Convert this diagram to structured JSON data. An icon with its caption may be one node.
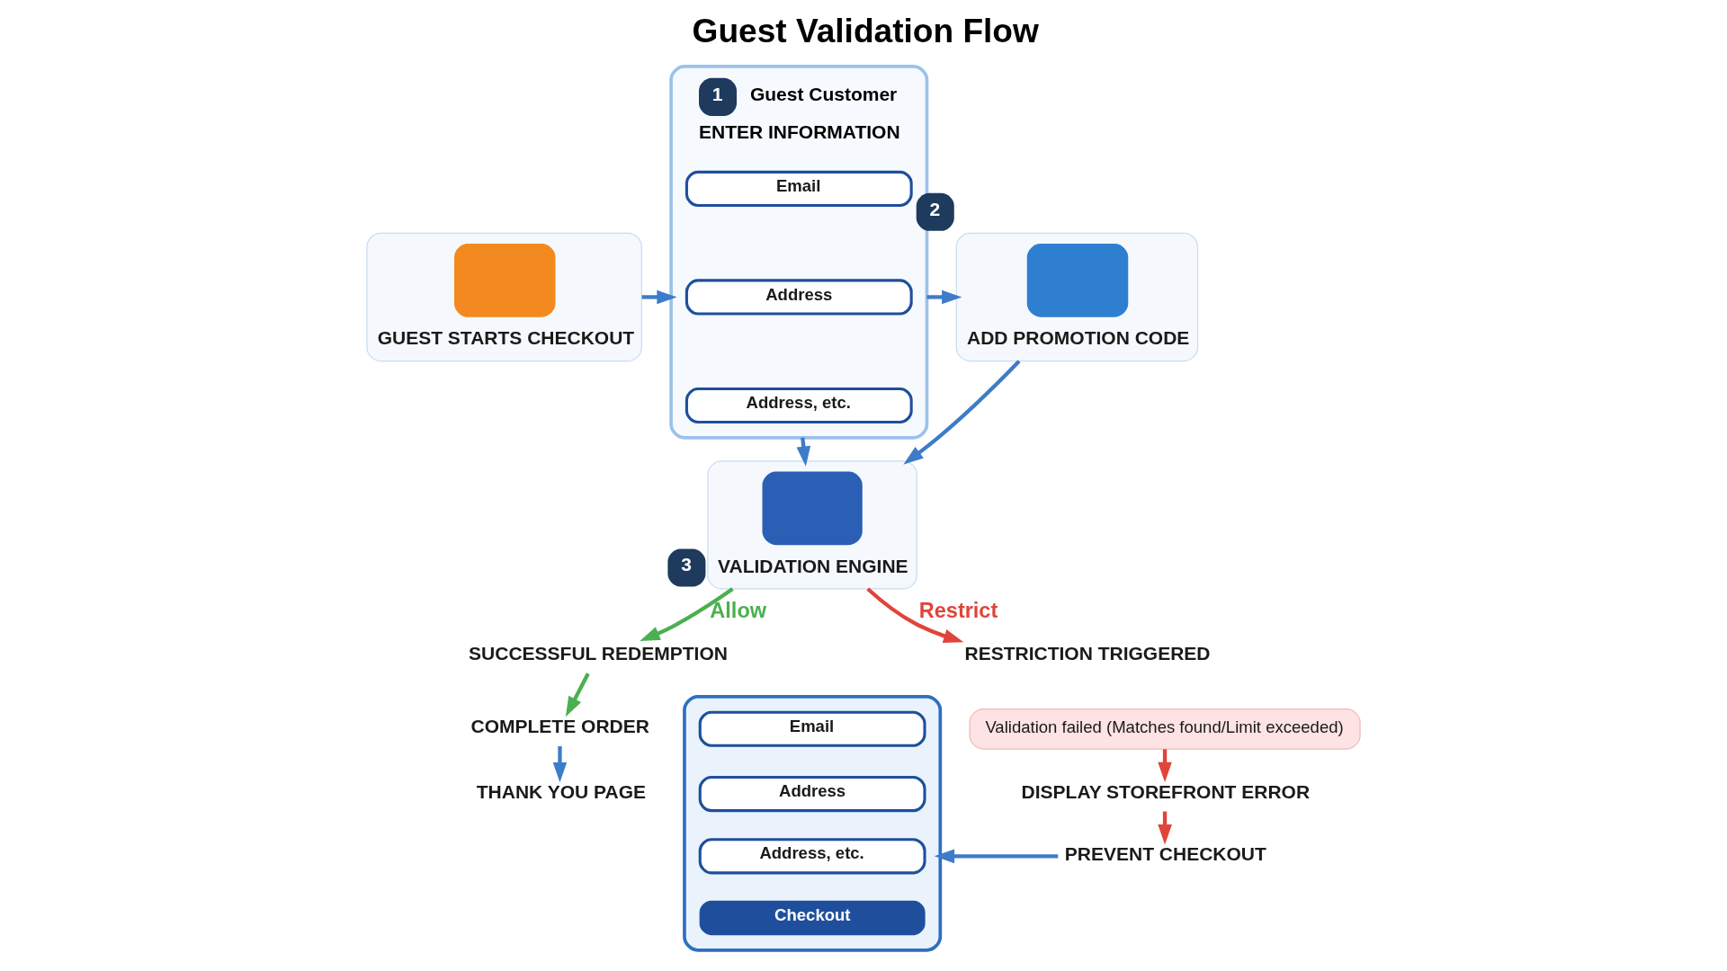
{
  "diagram": {
    "title": "Guest Validation Flow",
    "nodes": [
      {
        "text": [
          "GUEST STARTS CHECKOUT"
        ]
      },
      {
        "text": [
          "Guest Customer",
          "ENTER INFORMATION"
        ],
        "beside": [
          "1"
        ]
      },
      {
        "text": [
          "Email"
        ],
        "in": 1
      },
      {
        "text": [
          "Address"
        ],
        "in": 1
      },
      {
        "text": [
          "Address, etc."
        ],
        "in": 1
      },
      {
        "text": [
          "ADD PROMOTION CODE"
        ],
        "beside": [
          "2"
        ]
      },
      {
        "text": [
          "VALIDATION ENGINE"
        ],
        "beside": [
          "3"
        ]
      },
      {
        "text": [
          "SUCCESSFUL REDEMPTION"
        ]
      },
      {
        "text": [
          "COMPLETE ORDER"
        ]
      },
      {
        "text": [
          "THANK YOU PAGE"
        ]
      },
      {
        "text": [],
        "shape": "box"
      },
      {
        "text": [
          "Email"
        ],
        "in": 10
      },
      {
        "text": [
          "Address"
        ],
        "in": 10
      },
      {
        "text": [
          "Address, etc."
        ],
        "in": 10
      },
      {
        "text": [
          "Checkout"
        ],
        "in": 10
      },
      {
        "text": [
          "RESTRICTION TRIGGERED"
        ]
      },
      {
        "text": [
          "Validation failed (Matches found/Limit exceeded)"
        ]
      },
      {
        "text": [
          "DISPLAY STOREFRONT ERROR"
        ]
      },
      {
        "text": [
          "PREVENT CHECKOUT"
        ]
      }
    ],
    "edges": [
      {
        "from": 0,
        "to": 1,
        "arrow": "to"
      },
      {
        "from": 1,
        "to": 5,
        "arrow": "to"
      },
      {
        "from": 1,
        "to": 6,
        "arrow": "to"
      },
      {
        "from": 5,
        "to": 6,
        "arrow": "to"
      },
      {
        "from": 6,
        "to": 7,
        "arrow": "to",
        "label": "Allow",
        "color": "#4caf50"
      },
      {
        "from": 7,
        "to": 8,
        "arrow": "to",
        "color": "#4caf50"
      },
      {
        "from": 8,
        "to": 9,
        "arrow": "to"
      },
      {
        "from": 6,
        "to": 15,
        "arrow": "to",
        "label": "Restrict",
        "color": "#e0443a"
      },
      {
        "from": 16,
        "to": 17,
        "arrow": "to",
        "color": "#e0443a"
      },
      {
        "from": 17,
        "to": 18,
        "arrow": "to",
        "color": "#e0443a"
      },
      {
        "from": 18,
        "to": 10,
        "arrow": "to"
      }
    ]
  }
}
